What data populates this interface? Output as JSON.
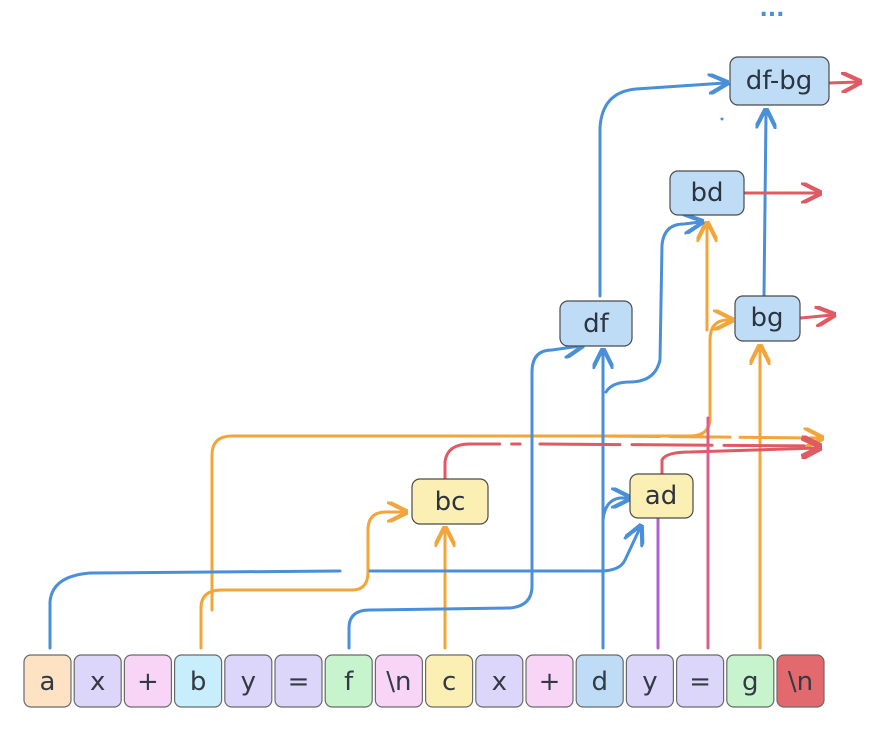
{
  "tokens": [
    {
      "label": "a",
      "color": "#fde3c4"
    },
    {
      "label": "x",
      "color": "#ddd6fb"
    },
    {
      "label": "+",
      "color": "#f8d5f7"
    },
    {
      "label": "b",
      "color": "#c7eefa"
    },
    {
      "label": "y",
      "color": "#ddd6fb"
    },
    {
      "label": "=",
      "color": "#ddd6fb"
    },
    {
      "label": "f",
      "color": "#c7f3cd"
    },
    {
      "label": "\\n",
      "color": "#f8d5f7"
    },
    {
      "label": "c",
      "color": "#fcefb4"
    },
    {
      "label": "x",
      "color": "#ddd6fb"
    },
    {
      "label": "+",
      "color": "#f8d5f7"
    },
    {
      "label": "d",
      "color": "#bfdcf7"
    },
    {
      "label": "y",
      "color": "#ddd6fb"
    },
    {
      "label": "=",
      "color": "#ddd6fb"
    },
    {
      "label": "g",
      "color": "#c7f3cd"
    },
    {
      "label": "\\n",
      "color": "#e26a6e"
    }
  ],
  "nodes": {
    "bc": "bc",
    "ad": "ad",
    "df": "df",
    "bd": "bd",
    "bg": "bg",
    "dfbg": "df-bg"
  },
  "ellipsis": "...",
  "colors": {
    "blue": "#4a90d9",
    "orange": "#f2a53a",
    "red": "#e05a63",
    "purple": "#b05fd6",
    "pink": "#dd5c88",
    "node_fill_blue": "#bfdcf7",
    "node_fill_yellow": "#fcefb4"
  }
}
